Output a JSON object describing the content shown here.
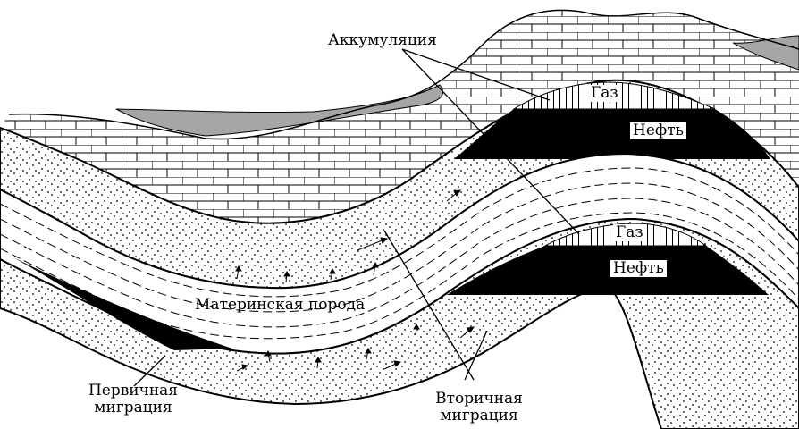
{
  "labels": {
    "accumulation": "Аккумуляция",
    "gas_upper": "Газ",
    "oil_upper": "Нефть",
    "gas_lower": "Газ",
    "oil_lower": "Нефть",
    "source_rock": "Материнская порода",
    "primary_migration_line1": "Первичная",
    "primary_migration_line2": "миграция",
    "secondary_migration_line1": "Вторичная",
    "secondary_migration_line2": "миграция"
  },
  "colors": {
    "ink": "#000000",
    "background": "#ffffff",
    "surface_soil": "#a6a6a6",
    "oil": "#000000"
  }
}
